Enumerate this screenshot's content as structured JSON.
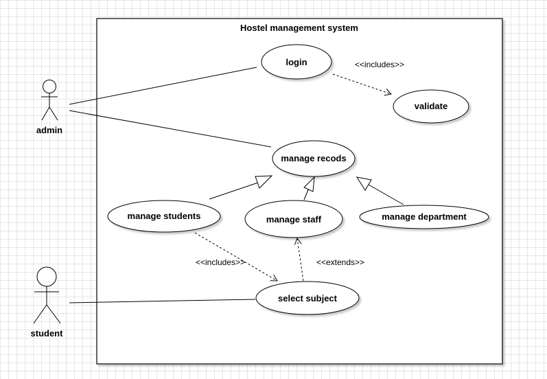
{
  "diagram": {
    "system": {
      "title": "Hostel management system"
    },
    "actors": {
      "admin": "admin",
      "student": "student"
    },
    "use_cases": {
      "login": "login",
      "validate": "validate",
      "manage_records": "manage recods",
      "manage_students": "manage students",
      "manage_staff": "manage staff",
      "manage_department": "manage department",
      "select_subject": "select subject"
    },
    "relations": {
      "login_validate": "<<includes>>",
      "students_subject": "<<includes>>",
      "subject_staff": "<<extends>>"
    },
    "colors": {
      "stroke": "#000000",
      "fill": "#ffffff",
      "grid": "#e6e6e6"
    }
  }
}
